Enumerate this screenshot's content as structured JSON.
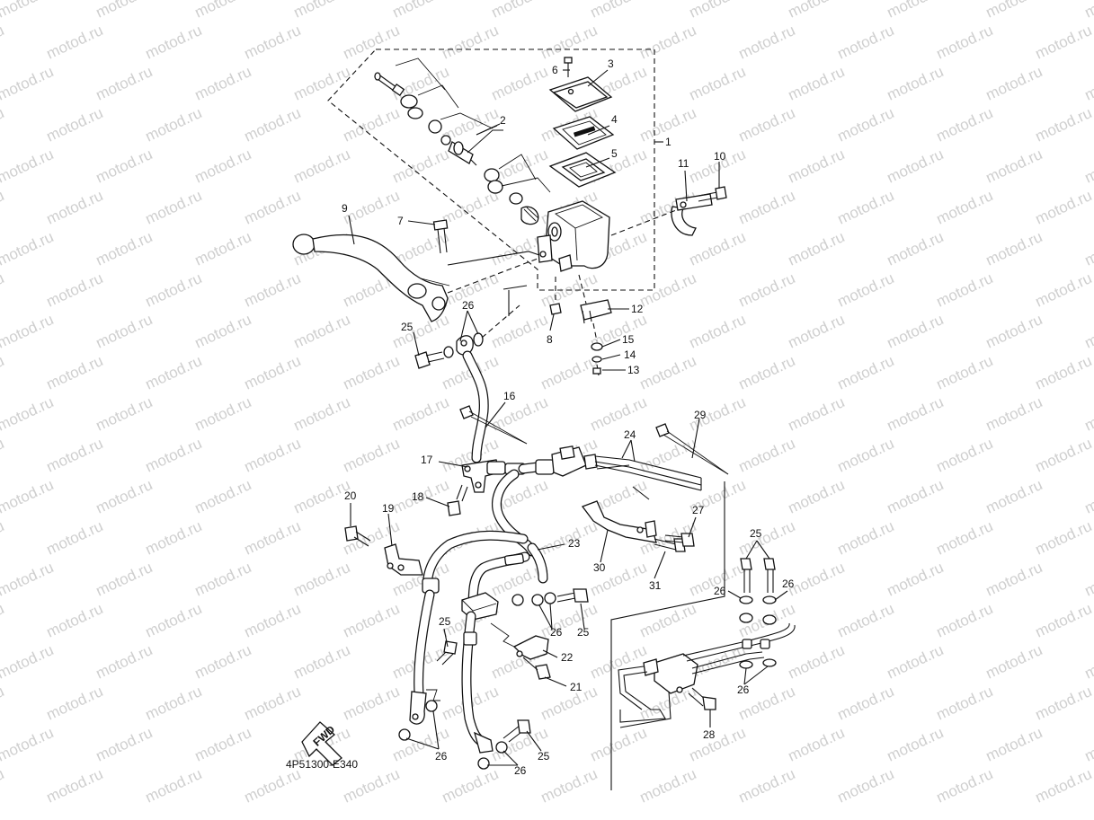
{
  "diagram": {
    "watermark_text": "motod.ru",
    "drawing_code": "4P51300-E340",
    "fwd_label": "FWD",
    "callouts": [
      {
        "id": "c1",
        "text": "1"
      },
      {
        "id": "c2",
        "text": "2"
      },
      {
        "id": "c3",
        "text": "3"
      },
      {
        "id": "c4",
        "text": "4"
      },
      {
        "id": "c5",
        "text": "5"
      },
      {
        "id": "c6",
        "text": "6"
      },
      {
        "id": "c7",
        "text": "7"
      },
      {
        "id": "c8",
        "text": "8"
      },
      {
        "id": "c9",
        "text": "9"
      },
      {
        "id": "c10",
        "text": "10"
      },
      {
        "id": "c11",
        "text": "11"
      },
      {
        "id": "c12",
        "text": "12"
      },
      {
        "id": "c13",
        "text": "13"
      },
      {
        "id": "c14",
        "text": "14"
      },
      {
        "id": "c15",
        "text": "15"
      },
      {
        "id": "c16",
        "text": "16"
      },
      {
        "id": "c17",
        "text": "17"
      },
      {
        "id": "c18",
        "text": "18"
      },
      {
        "id": "c19",
        "text": "19"
      },
      {
        "id": "c20",
        "text": "20"
      },
      {
        "id": "c21",
        "text": "21"
      },
      {
        "id": "c22",
        "text": "22"
      },
      {
        "id": "c23",
        "text": "23"
      },
      {
        "id": "c24",
        "text": "24"
      },
      {
        "id": "c25a",
        "text": "25"
      },
      {
        "id": "c25b",
        "text": "25"
      },
      {
        "id": "c25c",
        "text": "25"
      },
      {
        "id": "c25d",
        "text": "25"
      },
      {
        "id": "c25e",
        "text": "25"
      },
      {
        "id": "c26a",
        "text": "26"
      },
      {
        "id": "c26b",
        "text": "26"
      },
      {
        "id": "c26c",
        "text": "26"
      },
      {
        "id": "c26d",
        "text": "26"
      },
      {
        "id": "c26e",
        "text": "26"
      },
      {
        "id": "c26f",
        "text": "26"
      },
      {
        "id": "c26g",
        "text": "26"
      },
      {
        "id": "c27",
        "text": "27"
      },
      {
        "id": "c28",
        "text": "28"
      },
      {
        "id": "c29",
        "text": "29"
      },
      {
        "id": "c30",
        "text": "30"
      },
      {
        "id": "c31",
        "text": "31"
      }
    ]
  }
}
